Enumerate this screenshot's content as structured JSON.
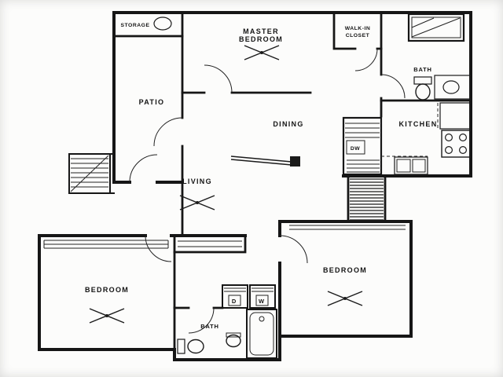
{
  "colors": {
    "ink": "#161616",
    "paper": "#fcfcfb"
  },
  "rooms": {
    "storage": "STORAGE",
    "master_line1": "MASTER",
    "master_line2": "BEDROOM",
    "walkin_line1": "WALK-IN",
    "walkin_line2": "CLOSET",
    "bath_upper": "BATH",
    "patio": "PATIO",
    "dining": "DINING",
    "kitchen": "KITCHEN",
    "dw": "DW",
    "living": "LIVING",
    "bedroom_left": "BEDROOM",
    "bedroom_right": "BEDROOM",
    "bath_lower": "BATH",
    "dryer": "D",
    "washer": "W"
  }
}
